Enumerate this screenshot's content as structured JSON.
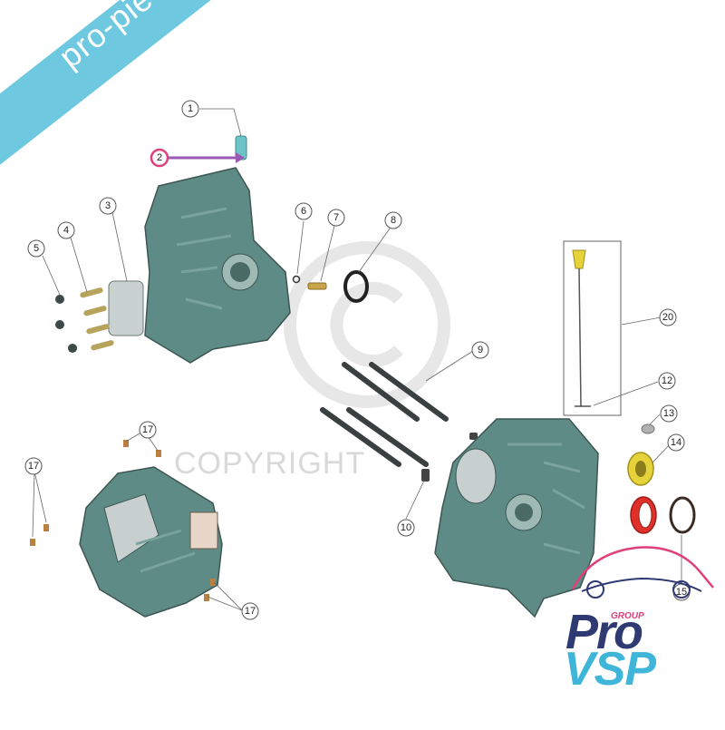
{
  "watermark": {
    "banner_text": "pro-piece-vsp.com",
    "copyright_text": "COPYRIGHT"
  },
  "logo": {
    "group_label": "GROUP",
    "line1": "Pro",
    "line2": "VSP"
  },
  "callouts": [
    "1",
    "2",
    "3",
    "4",
    "5",
    "6",
    "7",
    "8",
    "9",
    "10",
    "12",
    "13",
    "14",
    "15",
    "17",
    "17",
    "17",
    "20"
  ],
  "colors": {
    "housing": "#5f8b86",
    "highlight_callout": "#e0407a",
    "highlight_arrow": "#9b59b6",
    "dipstick_yellow": "#e6d23a",
    "seal_red": "#e0302a",
    "banner": "#6ec9e0",
    "logo_navy": "#2f3a73",
    "logo_cyan": "#3fb5d9"
  }
}
